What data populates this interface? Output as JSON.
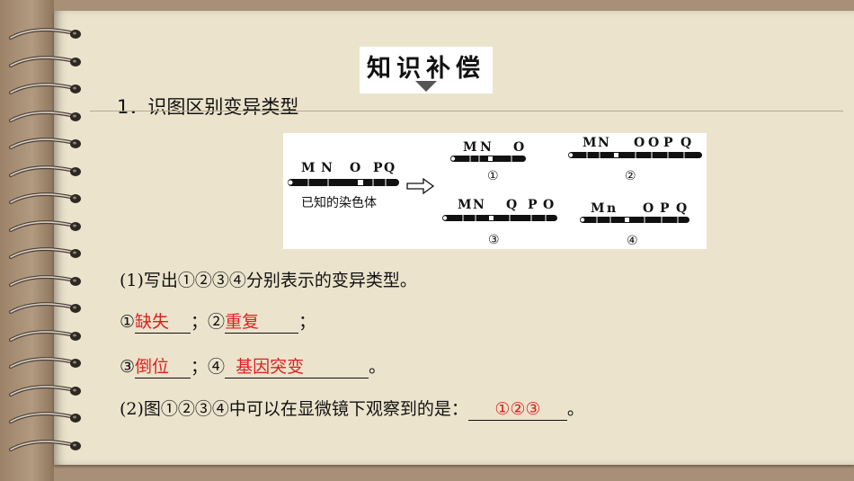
{
  "title": "知识补偿",
  "heading": "1．识图区别变异类型",
  "figure": {
    "original": {
      "labels": [
        "M",
        "N",
        "O",
        "P",
        "Q"
      ],
      "caption": "已知的染色体"
    },
    "c1": {
      "labels": [
        "M",
        "N",
        "O"
      ],
      "num": "①"
    },
    "c2": {
      "labels": [
        "M",
        "N",
        "O",
        "O",
        "P",
        "Q"
      ],
      "num": "②"
    },
    "c3": {
      "labels": [
        "M",
        "N",
        "Q",
        "P",
        "O"
      ],
      "num": "③"
    },
    "c4": {
      "labels": [
        "M",
        "n",
        "O",
        "P",
        "Q"
      ],
      "num": "④"
    }
  },
  "q1": "(1)写出①②③④分别表示的变异类型。",
  "row1": {
    "p1": "①",
    "a1": "缺失",
    "sep": "；②",
    "a2": "重复",
    "end": "；"
  },
  "row2": {
    "p1": "③",
    "a1": "倒位",
    "sep": "；④",
    "a2": "基因突变",
    "end": "。"
  },
  "q2": {
    "text": "(2)图①②③④中可以在显微镜下观察到的是：",
    "answer": "①②③",
    "end": "。"
  }
}
